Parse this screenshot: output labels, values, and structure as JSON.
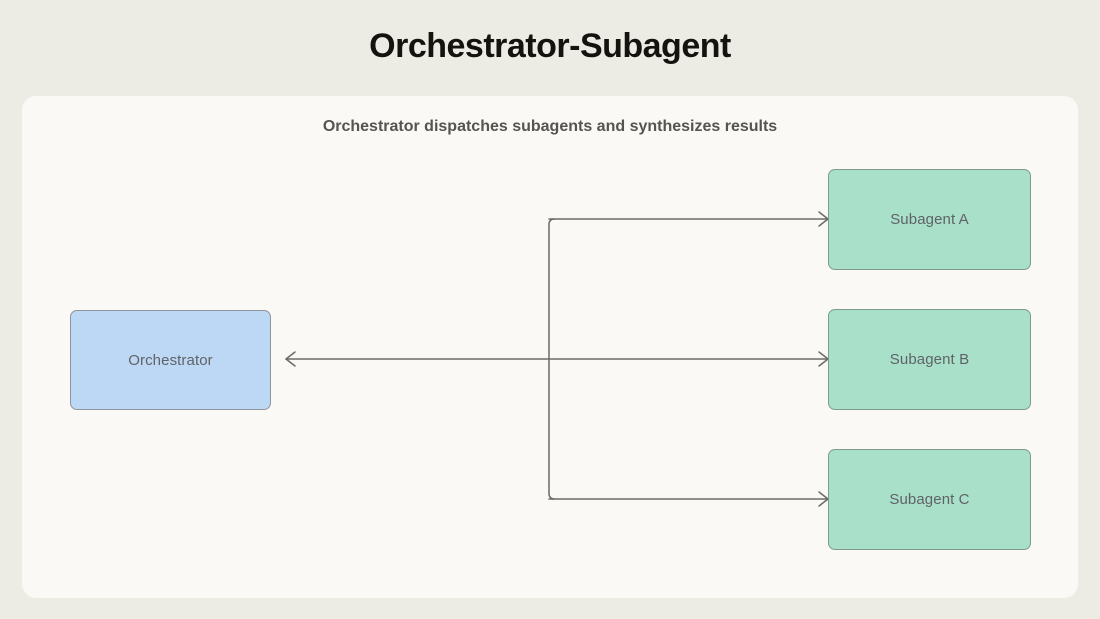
{
  "page": {
    "title": "Orchestrator-Subagent",
    "background_color": "#edece4",
    "card_background_color": "#faf9f5"
  },
  "diagram": {
    "caption": "Orchestrator dispatches subagents and synthesizes results",
    "type": "flowchart",
    "nodes": [
      {
        "id": "orchestrator",
        "label": "Orchestrator",
        "fill": "#bdd8f4",
        "border": "#8e949b",
        "text_color": "#5f6368"
      },
      {
        "id": "subagent-a",
        "label": "Subagent A",
        "fill": "#a9e0c9",
        "border": "#7d9a8c",
        "text_color": "#5f6368"
      },
      {
        "id": "subagent-b",
        "label": "Subagent B",
        "fill": "#a9e0c9",
        "border": "#7d9a8c",
        "text_color": "#5f6368"
      },
      {
        "id": "subagent-c",
        "label": "Subagent C",
        "fill": "#a9e0c9",
        "border": "#7d9a8c",
        "text_color": "#5f6368"
      }
    ],
    "edges": [
      {
        "id": "edge-trunk-to-subagent-a",
        "from": "orchestrator",
        "to": "subagent-a",
        "arrow": "right"
      },
      {
        "id": "edge-trunk-to-subagent-b",
        "from": "orchestrator",
        "to": "subagent-b",
        "arrow": "right"
      },
      {
        "id": "edge-trunk-to-subagent-c",
        "from": "orchestrator",
        "to": "subagent-c",
        "arrow": "right"
      },
      {
        "id": "edge-trunk-to-orchestrator",
        "from": "subagents",
        "to": "orchestrator",
        "arrow": "left"
      }
    ],
    "edge_color": "#6b6b66"
  }
}
